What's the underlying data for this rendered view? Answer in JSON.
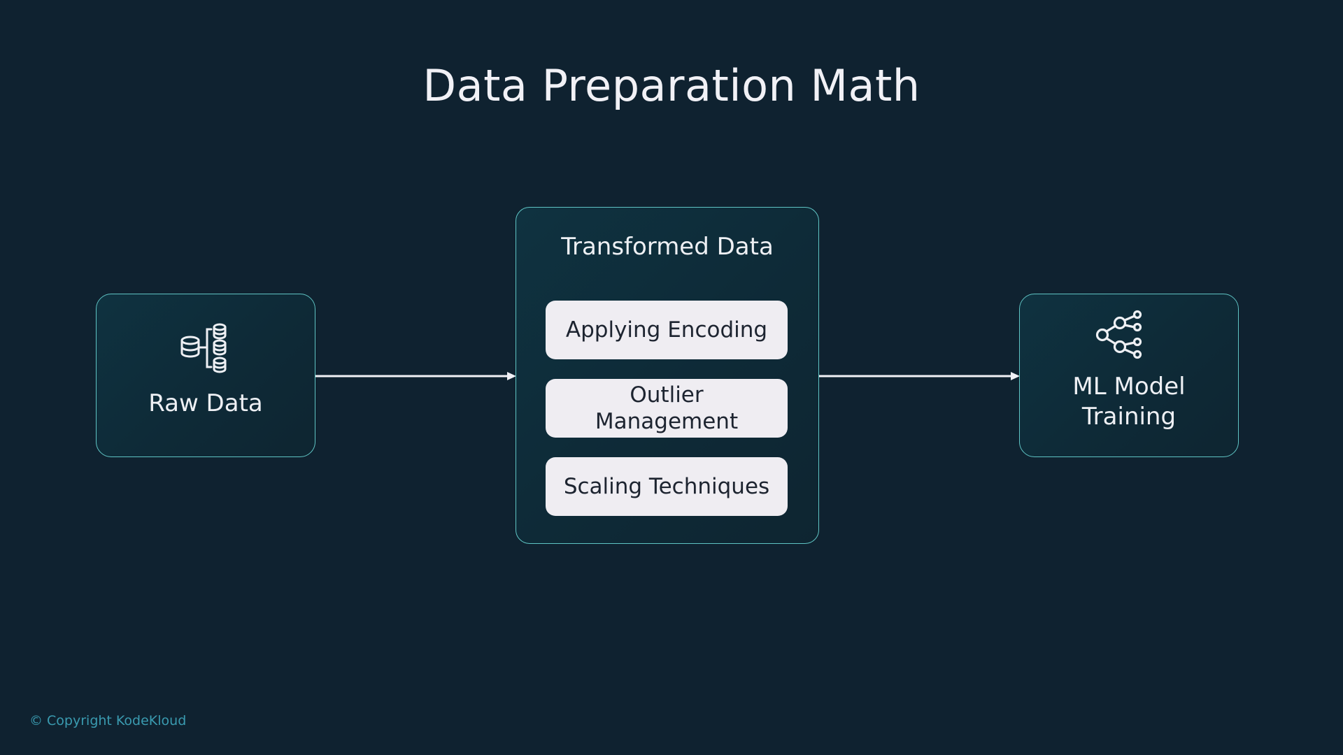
{
  "slide": {
    "title": "Data Preparation Math",
    "copyright": "© Copyright KodeKloud"
  },
  "diagram": {
    "nodes": [
      {
        "id": "raw",
        "label": "Raw Data",
        "icon": "database-split-icon"
      },
      {
        "id": "transform",
        "label": "Transformed Data",
        "steps": [
          {
            "line1": "Applying Encoding"
          },
          {
            "line1": "Outlier",
            "line2": "Management"
          },
          {
            "line1": "Scaling Techniques"
          }
        ]
      },
      {
        "id": "ml",
        "label_line1": "ML Model",
        "label_line2": "Training",
        "icon": "network-tree-icon"
      }
    ],
    "edges": [
      {
        "from": "raw",
        "to": "transform"
      },
      {
        "from": "transform",
        "to": "ml"
      }
    ]
  },
  "colors": {
    "background": "#0f2230",
    "card_border": "#5fc4c4",
    "pill_bg": "#efedf2",
    "text_light": "#eef0f4",
    "text_dark": "#1d2430",
    "copyright": "#3a9bb0"
  }
}
